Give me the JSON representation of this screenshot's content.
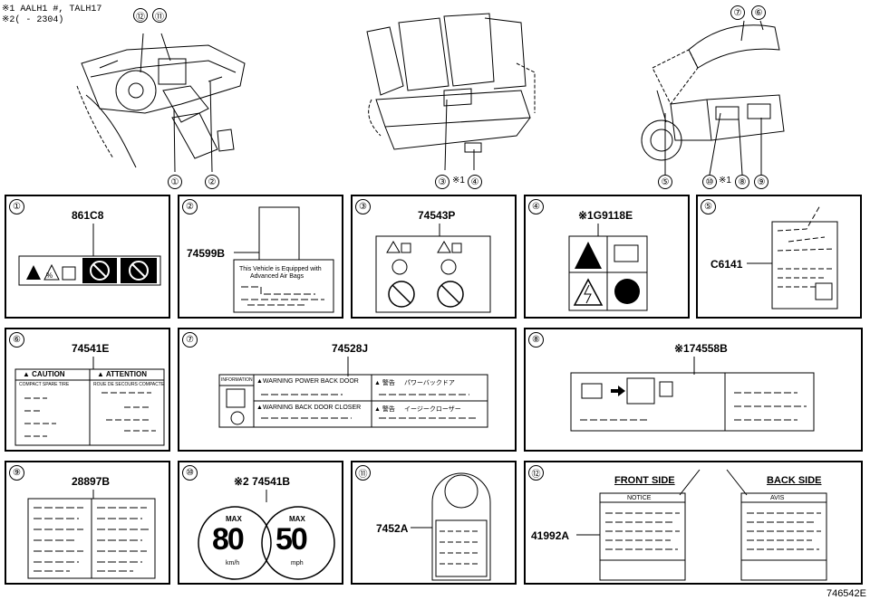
{
  "notes": [
    "※1 AALH1 #, TALH17",
    "※2(      - 2304)"
  ],
  "callouts": {
    "c1": "①",
    "c2": "②",
    "c3": "③",
    "c4": "④",
    "c5": "⑤",
    "c6": "⑥",
    "c7": "⑦",
    "c8": "⑧",
    "c9": "⑨",
    "c10": "⑩",
    "c11": "⑪",
    "c12": "⑫",
    "mark1": "※1",
    "mark1b": "※1"
  },
  "panels": {
    "p1": {
      "num": "①",
      "part": "861C8"
    },
    "p2": {
      "num": "②",
      "part": "74599B",
      "text1": "This Vehicle is Equipped with",
      "text2": "Advanced Air Bags"
    },
    "p3": {
      "num": "③",
      "part": "74543P"
    },
    "p4": {
      "num": "④",
      "part": "※1G9118E"
    },
    "p5": {
      "num": "⑤",
      "part": "C6141"
    },
    "p6": {
      "num": "⑥",
      "part": "74541E",
      "caution": "▲ CAUTION",
      "attention": "▲ ATTENTION",
      "col1": "COMPACT SPARE TIRE",
      "col2": "ROUE DE SECOURS COMPACTE"
    },
    "p7": {
      "num": "⑦",
      "part": "74528J",
      "info": "INFORMATION",
      "warn1": "▲WARNING POWER BACK DOOR",
      "warn2": "▲WARNING BACK DOOR CLOSER",
      "jp1": "▲ 警告",
      "jp1b": "パワーバックドア",
      "jp2": "▲ 警告",
      "jp2b": "イージークローザー"
    },
    "p8": {
      "num": "⑧",
      "part": "※174558B"
    },
    "p9": {
      "num": "⑨",
      "part": "28897B"
    },
    "p10": {
      "num": "⑩",
      "part": "※2 74541B",
      "max1": "MAX",
      "val1": "80",
      "unit1": "km/h",
      "max2": "MAX",
      "val2": "50",
      "unit2": "mph"
    },
    "p11": {
      "num": "⑪",
      "part": "7452A"
    },
    "p12": {
      "num": "⑫",
      "part": "41992A",
      "front": "FRONT SIDE",
      "back": "BACK SIDE",
      "notice": "NOTICE",
      "avis": "AVIS"
    }
  },
  "footer": "746542E"
}
